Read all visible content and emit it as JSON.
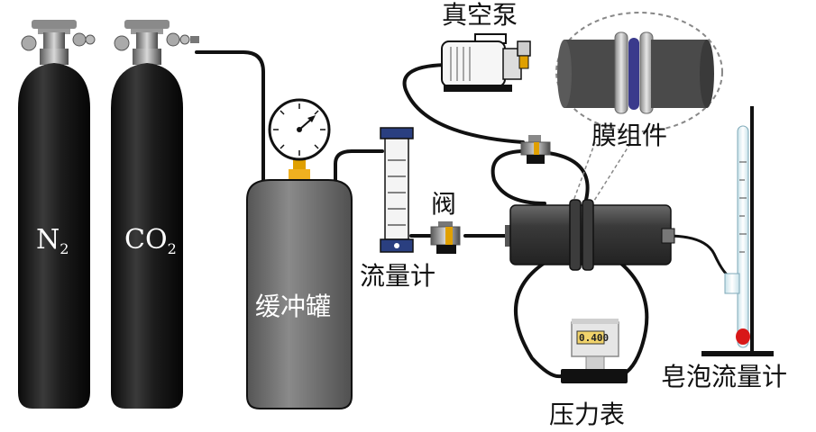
{
  "cylinders": {
    "n2": {
      "main": "N",
      "sub": "2"
    },
    "co2": {
      "main": "CO",
      "sub": "2"
    }
  },
  "labels": {
    "buffer_tank": "缓冲罐",
    "flowmeter": "流量计",
    "valve": "阀",
    "vacuum_pump": "真空泵",
    "membrane_module": "膜组件",
    "pressure_gauge": "压力表",
    "soap_film_flowmeter": "皂泡流量计"
  },
  "pressure_display": "0.400",
  "colors": {
    "cylinder": "#1a1a1a",
    "tank": "#6e6e6e",
    "membrane_body": "#4a4a4a",
    "membrane_disc": "#3a3a8c",
    "brass": "#e0a000",
    "soap_bubble": "#d81818"
  }
}
